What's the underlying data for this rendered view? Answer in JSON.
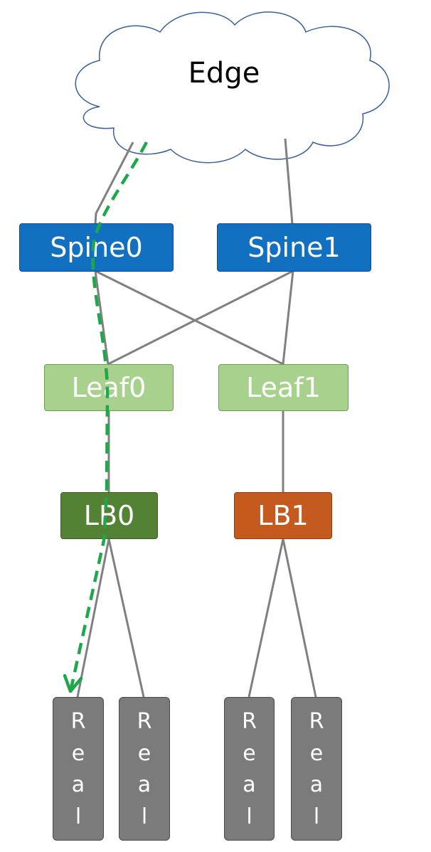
{
  "edge": {
    "label": "Edge"
  },
  "spines": [
    {
      "label": "Spine0"
    },
    {
      "label": "Spine1"
    }
  ],
  "leaves": [
    {
      "label": "Leaf0"
    },
    {
      "label": "Leaf1"
    }
  ],
  "load_balancers": [
    {
      "label": "LB0"
    },
    {
      "label": "LB1"
    }
  ],
  "reals": [
    {
      "letters": [
        "R",
        "e",
        "a",
        "l"
      ]
    },
    {
      "letters": [
        "R",
        "e",
        "a",
        "l"
      ]
    },
    {
      "letters": [
        "R",
        "e",
        "a",
        "l"
      ]
    },
    {
      "letters": [
        "R",
        "e",
        "a",
        "l"
      ]
    }
  ],
  "colors": {
    "spine": "#1270c0",
    "leaf": "#a9d18e",
    "lb0": "#548235",
    "lb1": "#c55a1f",
    "real": "#7b7b7b",
    "link": "#808080",
    "path": "#1fa84a"
  }
}
